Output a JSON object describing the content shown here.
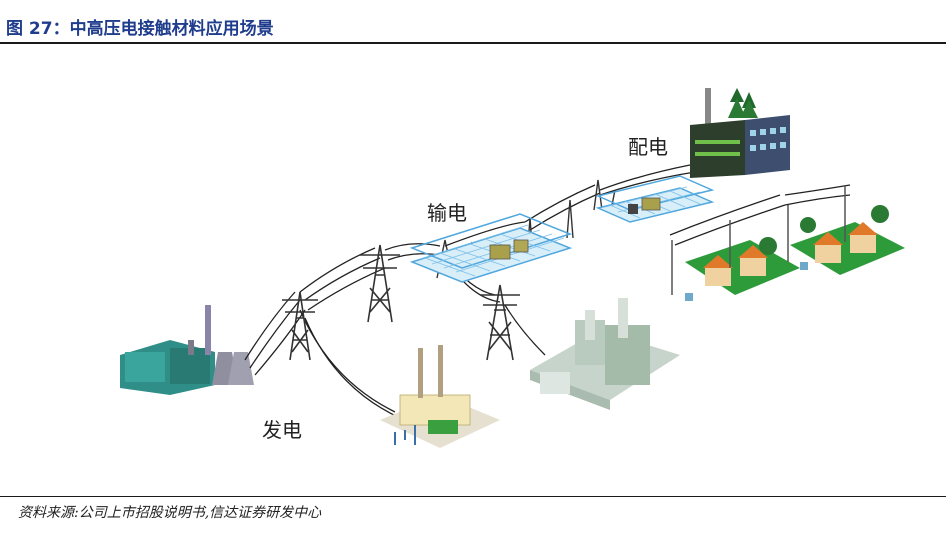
{
  "figure": {
    "title": "图 27：中高压电接触材料应用场景",
    "source": "资料来源:公司上市招股说明书,信达证券研发中心"
  },
  "stages": {
    "generation": "发电",
    "transmission": "输电",
    "distribution": "配电"
  },
  "colors": {
    "title": "#1f3d8c",
    "tower": "#333333",
    "cage": "#5aaee0",
    "plant": "#8fb09a",
    "house_roof": "#e07a2a",
    "lawn": "#2e9b3a"
  }
}
